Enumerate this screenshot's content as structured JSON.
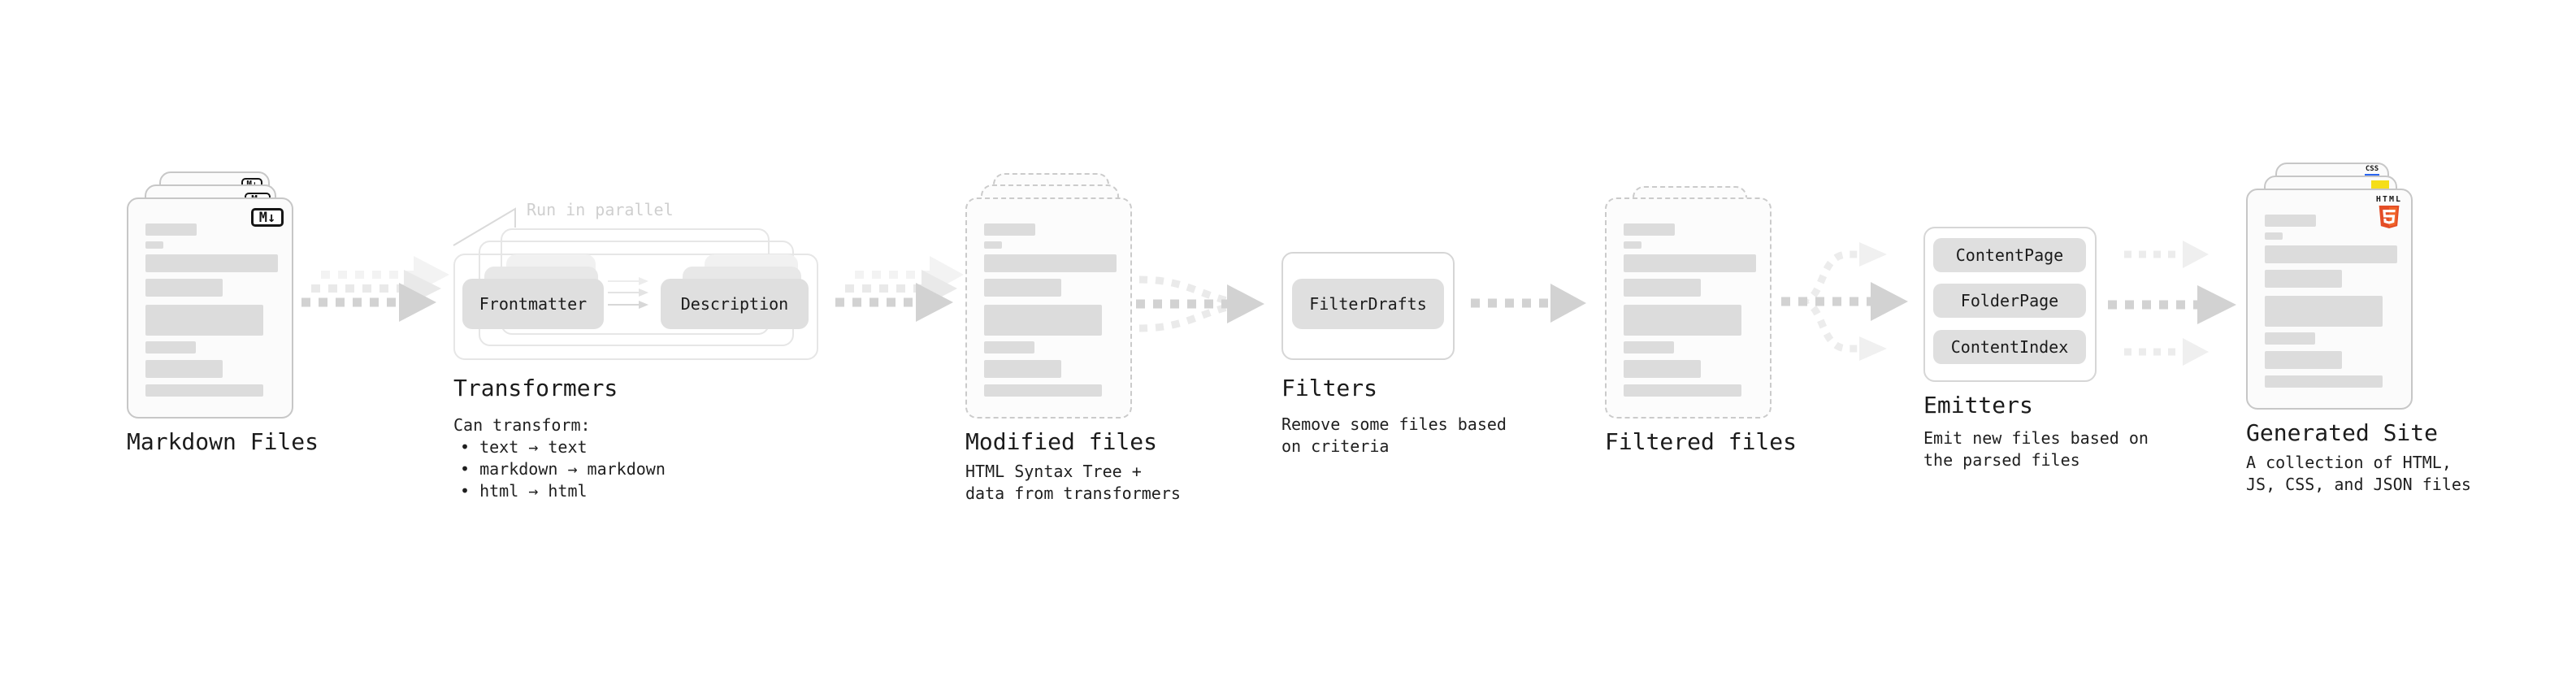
{
  "diagram": {
    "stages": {
      "markdown_files": {
        "label": "Markdown Files",
        "badge": "M↓"
      },
      "transformers": {
        "label": "Transformers",
        "annotation": "Run in parallel",
        "node_a": "Frontmatter",
        "node_b": "Description",
        "note_title": "Can transform:",
        "bullets": [
          "• text → text",
          "• markdown → markdown",
          "• html → html"
        ]
      },
      "modified_files": {
        "label": "Modified files",
        "note": "HTML Syntax Tree +\ndata from transformers"
      },
      "filters": {
        "label": "Filters",
        "node": "FilterDrafts",
        "note": "Remove some files based\non criteria"
      },
      "filtered_files": {
        "label": "Filtered files"
      },
      "emitters": {
        "label": "Emitters",
        "nodes": [
          "ContentPage",
          "FolderPage",
          "ContentIndex"
        ],
        "note": "Emit new files based on\nthe parsed files"
      },
      "generated_site": {
        "label": "Generated Site",
        "note": "A collection of HTML,\nJS, CSS, and JSON files",
        "badge_css": "CSS",
        "badge_html": "HTML",
        "badge_html5_number": "5"
      }
    },
    "colors": {
      "arrow_main": "#d2d2d2",
      "arrow_light": "#e9e9e9",
      "arrow_lighter": "#f3f3f3",
      "node_bg": "#dfdfdf",
      "card_border": "#c7c7c7",
      "skeleton_bar": "#dcdcdc",
      "annotation_text": "#cfcfcf",
      "text": "#1b1b1b",
      "js_yellow": "#f5de19",
      "css_blue": "#2965f1",
      "html5_orange": "#e44d26",
      "html5_orange_light": "#f16529"
    }
  }
}
